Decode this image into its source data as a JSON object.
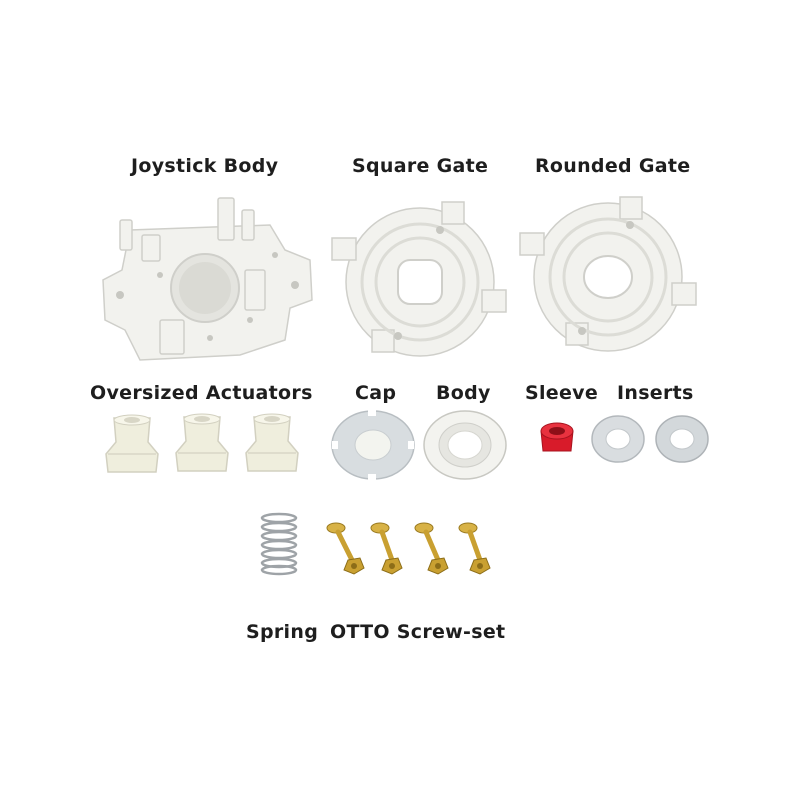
{
  "labels": {
    "joystick_body": "Joystick Body",
    "square_gate": "Square Gate",
    "rounded_gate": "Rounded Gate",
    "oversized_actuators": "Oversized Actuators",
    "cap": "Cap",
    "body": "Body",
    "sleeve": "Sleeve",
    "inserts": "Inserts",
    "spring": "Spring",
    "screw_set": "OTTO Screw-set"
  },
  "colors": {
    "plastic_white": "#f2f2ee",
    "plastic_shadow": "#cfcfca",
    "nylon": "#efeedd",
    "clear_ring": "#d8dde0",
    "sleeve_red": "#d81b2a",
    "brass": "#c9a031",
    "spring_steel": "#9ea3a7"
  }
}
